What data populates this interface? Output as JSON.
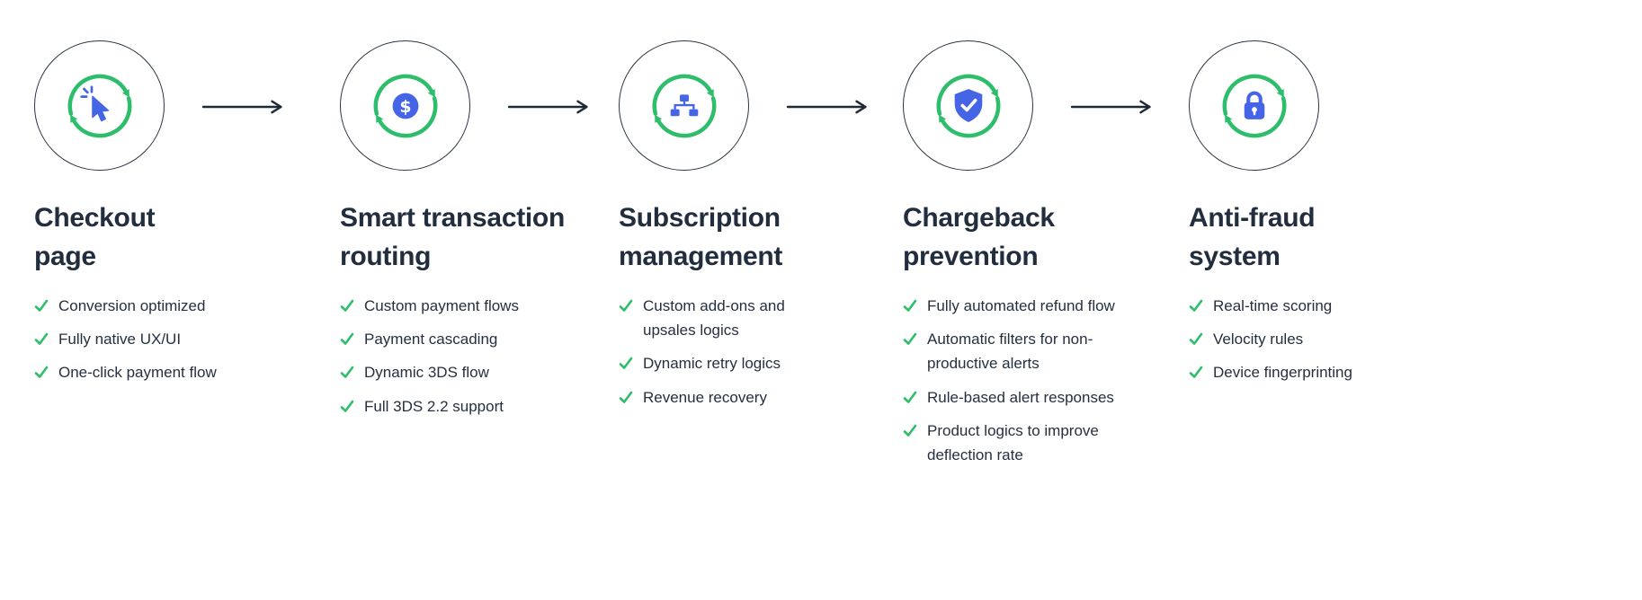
{
  "colors": {
    "background": "#ffffff",
    "title_text": "#222e3e",
    "item_text": "#25303f",
    "check_green": "#2ebd6b",
    "cycle_arrows_green": "#2ebd6b",
    "accent_blue": "#4565e6",
    "flow_arrow_dark": "#1f2937",
    "circle_outline": "#2a3443"
  },
  "steps": [
    {
      "icon": "cursor-click-icon",
      "title": "Checkout page",
      "title_lines": [
        "Checkout",
        "page"
      ],
      "items": [
        "Conversion optimized",
        "Fully native UX/UI",
        "One-click payment flow"
      ]
    },
    {
      "icon": "dollar-icon",
      "title": "Smart transaction routing",
      "title_lines": [
        "Smart transaction",
        "routing"
      ],
      "items": [
        "Custom payment flows",
        "Payment cascading",
        "Dynamic 3DS flow",
        "Full 3DS 2.2 support"
      ]
    },
    {
      "icon": "sitemap-icon",
      "title": "Subscription management",
      "title_lines": [
        "Subscription",
        "management"
      ],
      "items": [
        "Custom add-ons and upsales logics",
        "Dynamic retry logics",
        "Revenue recovery"
      ]
    },
    {
      "icon": "shield-check-icon",
      "title": "Chargeback prevention",
      "title_lines": [
        "Chargeback",
        "prevention"
      ],
      "items": [
        "Fully automated refund flow",
        "Automatic filters for non-productive alerts",
        "Rule-based alert responses",
        "Product logics to improve deflection rate"
      ]
    },
    {
      "icon": "lock-icon",
      "title": "Anti-fraud system",
      "title_lines": [
        "Anti-fraud",
        "system"
      ],
      "items": [
        "Real-time scoring",
        "Velocity rules",
        "Device fingerprinting"
      ]
    }
  ]
}
